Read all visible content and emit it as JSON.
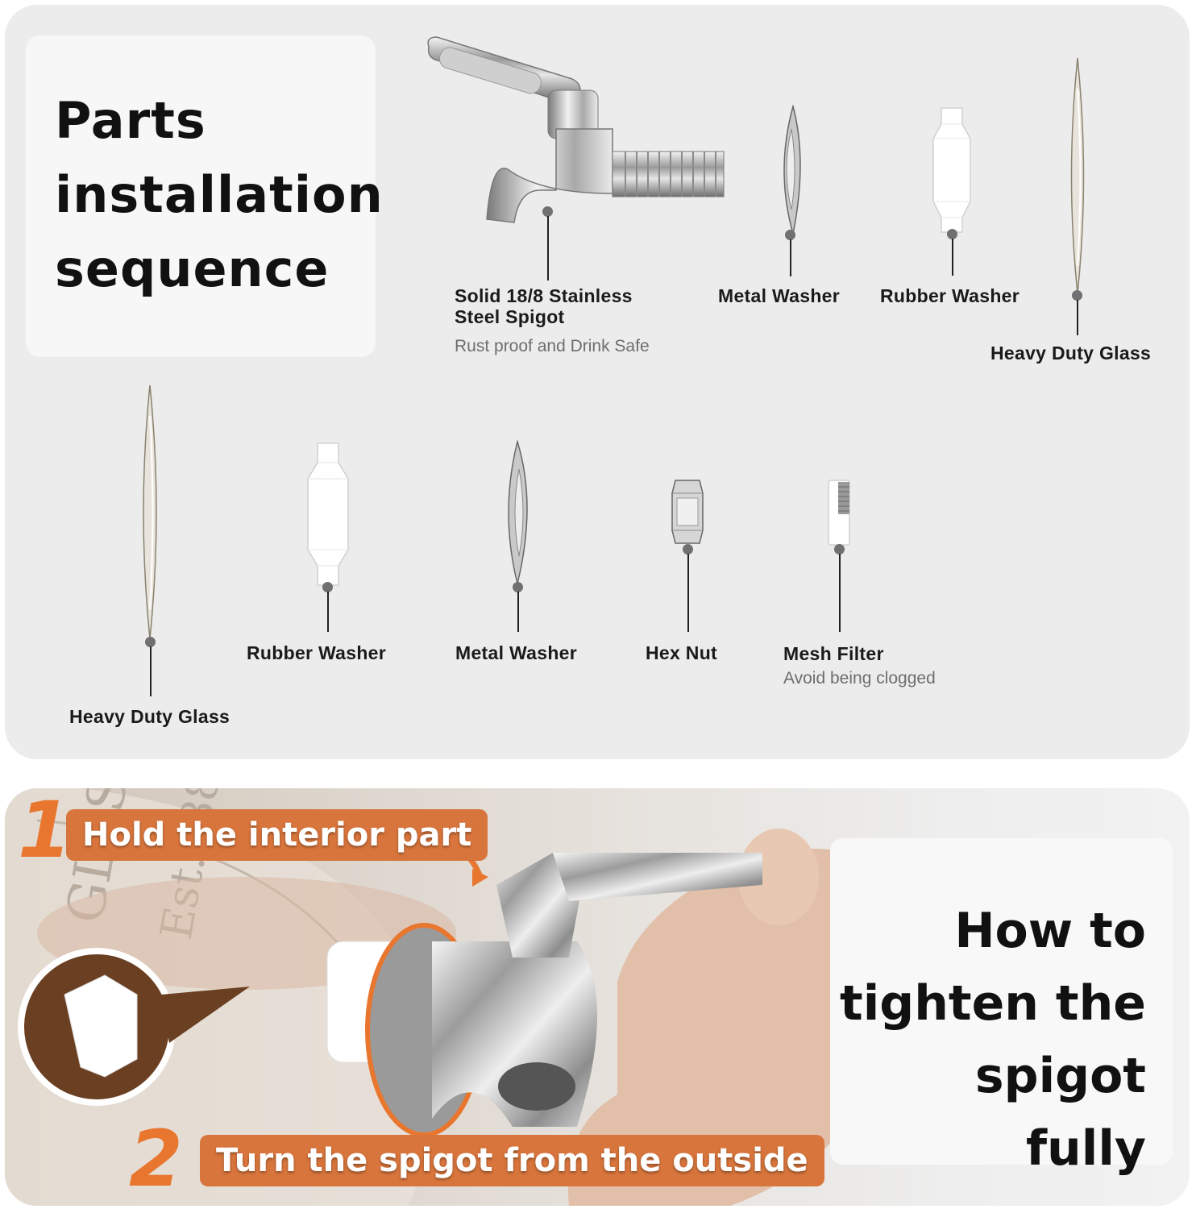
{
  "parts": {
    "title": "Parts installation sequence",
    "row1": [
      {
        "label": "Solid 18/8 Stainless Steel Spigot",
        "sub": "Rust proof and Drink Safe"
      },
      {
        "label": "Metal Washer"
      },
      {
        "label": "Rubber Washer"
      },
      {
        "label": "Heavy Duty Glass"
      }
    ],
    "row2": [
      {
        "label": "Heavy Duty Glass"
      },
      {
        "label": "Rubber Washer"
      },
      {
        "label": "Metal Washer"
      },
      {
        "label": "Hex Nut"
      },
      {
        "label": "Mesh Filter",
        "sub": "Avoid being clogged"
      }
    ]
  },
  "howto": {
    "title": "How to tighten the spigot fully",
    "steps": [
      {
        "number": "1",
        "text": "Hold the interior part"
      },
      {
        "number": "2",
        "text": "Turn the spigot from the outside"
      }
    ]
  },
  "colors": {
    "accent": "#d8753c",
    "step_number": "#e8762f",
    "panel": "#ececec"
  }
}
